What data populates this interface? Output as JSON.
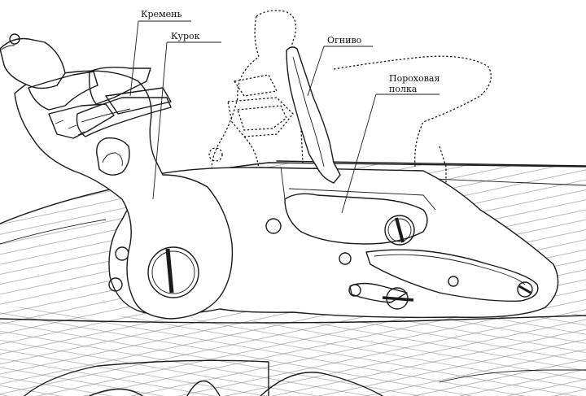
{
  "labels": {
    "flint": "Кремень",
    "cock": "Курок",
    "frizzen": "Огниво",
    "pan_line1": "Пороховая",
    "pan_line2": "полка"
  }
}
